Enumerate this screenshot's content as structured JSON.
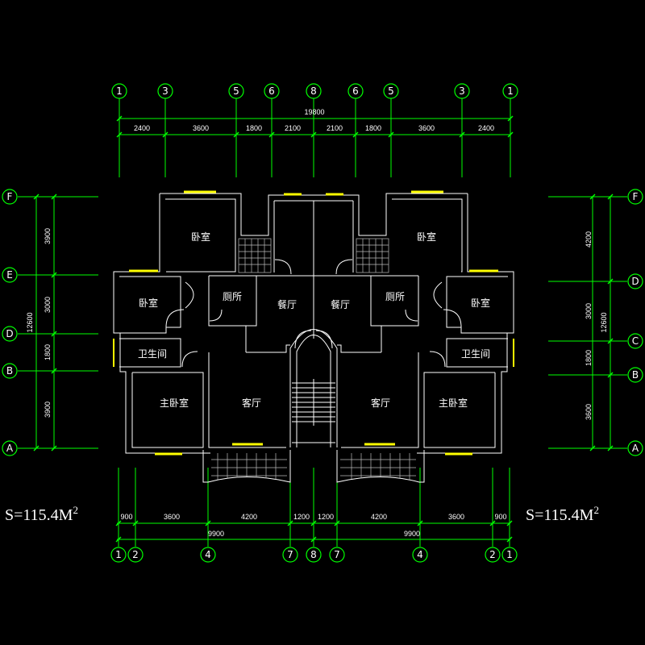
{
  "colors": {
    "background": "#000000",
    "dim": "#00ff00",
    "wall": "#ffffff",
    "window": "#ffff00",
    "text": "#ffffff"
  },
  "area": {
    "left": "S=115.4M",
    "right": "S=115.4M",
    "sup": "2"
  },
  "top_axes": [
    "1",
    "3",
    "5",
    "6",
    "8",
    "6",
    "5",
    "3",
    "1"
  ],
  "bottom_axes": [
    "1",
    "2",
    "4",
    "7",
    "8",
    "7",
    "4",
    "2",
    "1"
  ],
  "left_axes": [
    "F",
    "E",
    "D",
    "B",
    "A"
  ],
  "right_axes": [
    "F",
    "D",
    "C",
    "B",
    "A"
  ],
  "top_dims": {
    "total": "19800",
    "segments": [
      "2400",
      "3600",
      "1800",
      "2100",
      "2100",
      "1800",
      "3600",
      "2400"
    ]
  },
  "bottom_dims": {
    "segments": [
      "900",
      "3600",
      "4200",
      "1200",
      "1200",
      "4200",
      "3600",
      "900"
    ],
    "half_left": "9900",
    "half_right": "9900"
  },
  "left_dims": {
    "segments": [
      "3900",
      "3000",
      "1800",
      "3900"
    ],
    "total": "12600"
  },
  "right_dims": {
    "segments": [
      "4200",
      "3000",
      "1800",
      "3600"
    ],
    "total": "12600"
  },
  "rooms": {
    "bedroom_tl": "卧室",
    "bedroom_tr": "卧室",
    "bedroom_ml": "卧室",
    "bedroom_mr": "卧室",
    "toilet_l": "厕所",
    "toilet_r": "厕所",
    "dining_l": "餐厅",
    "dining_r": "餐厅",
    "bath_l": "卫生间",
    "bath_r": "卫生间",
    "master_l": "主卧室",
    "master_r": "主卧室",
    "living_l": "客厅",
    "living_r": "客厅"
  }
}
